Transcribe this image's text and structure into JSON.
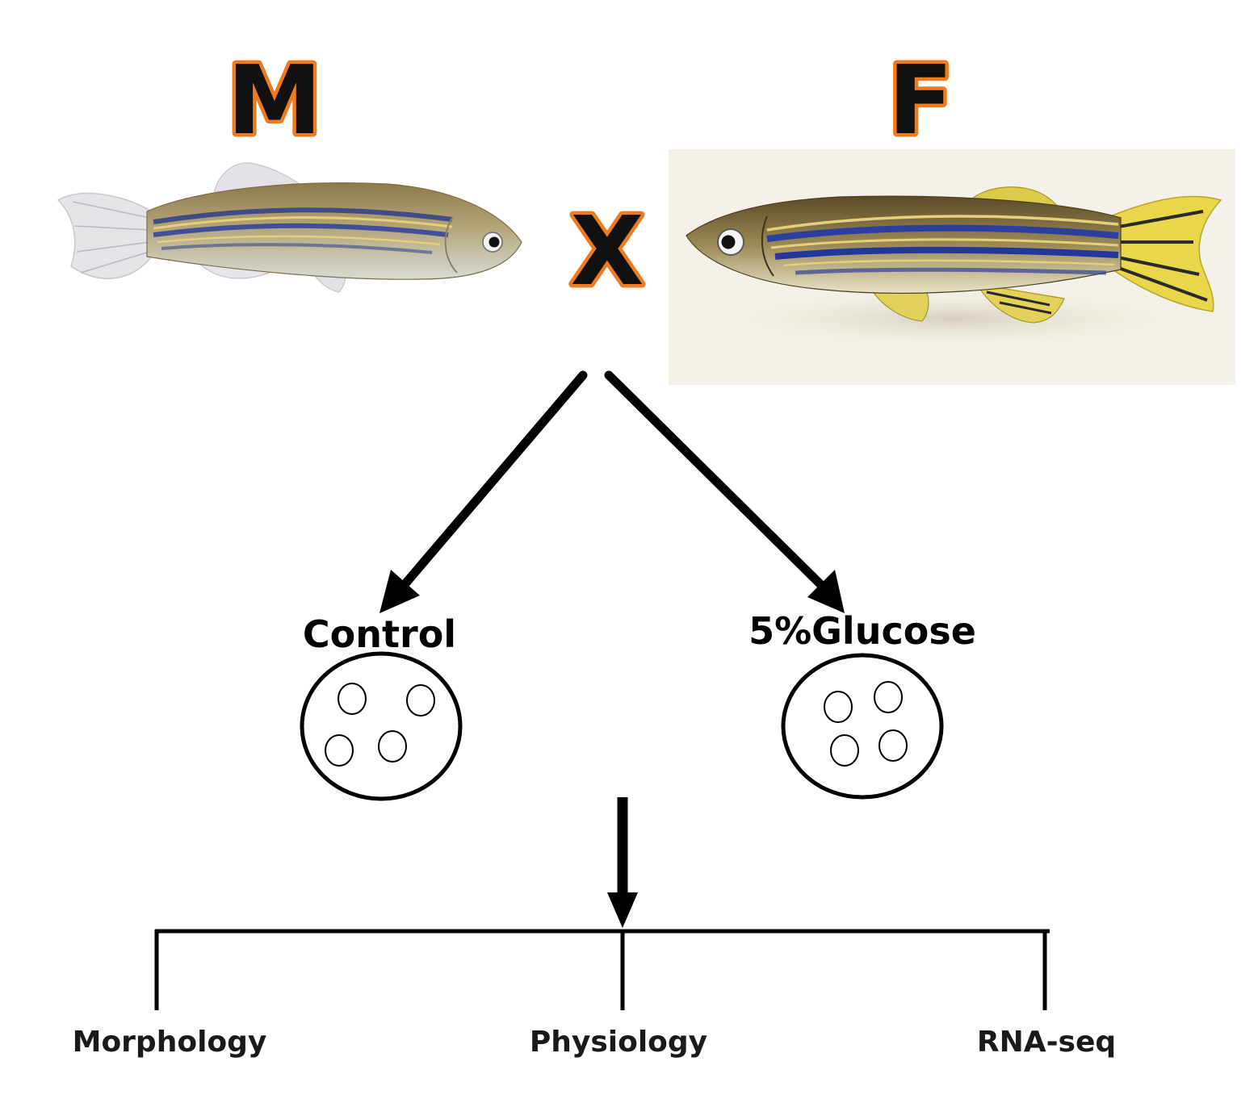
{
  "colors": {
    "label_glow": "#f07a1e",
    "label_fill": "#111111",
    "line": "#000000",
    "stripe_blue": "#2b3f9e",
    "stripe_gold": "#e6cf7a",
    "fin_yellow": "#e9d64a",
    "female_bg": "#f4f1e8"
  },
  "cross": {
    "male_label": "M",
    "female_label": "F",
    "cross_symbol": "X"
  },
  "groups": [
    {
      "label": "Control",
      "egg_count": 4
    },
    {
      "label": "5%Glucose",
      "egg_count": 4
    }
  ],
  "analyses": [
    "Morphology",
    "Physiology",
    "RNA-seq"
  ]
}
